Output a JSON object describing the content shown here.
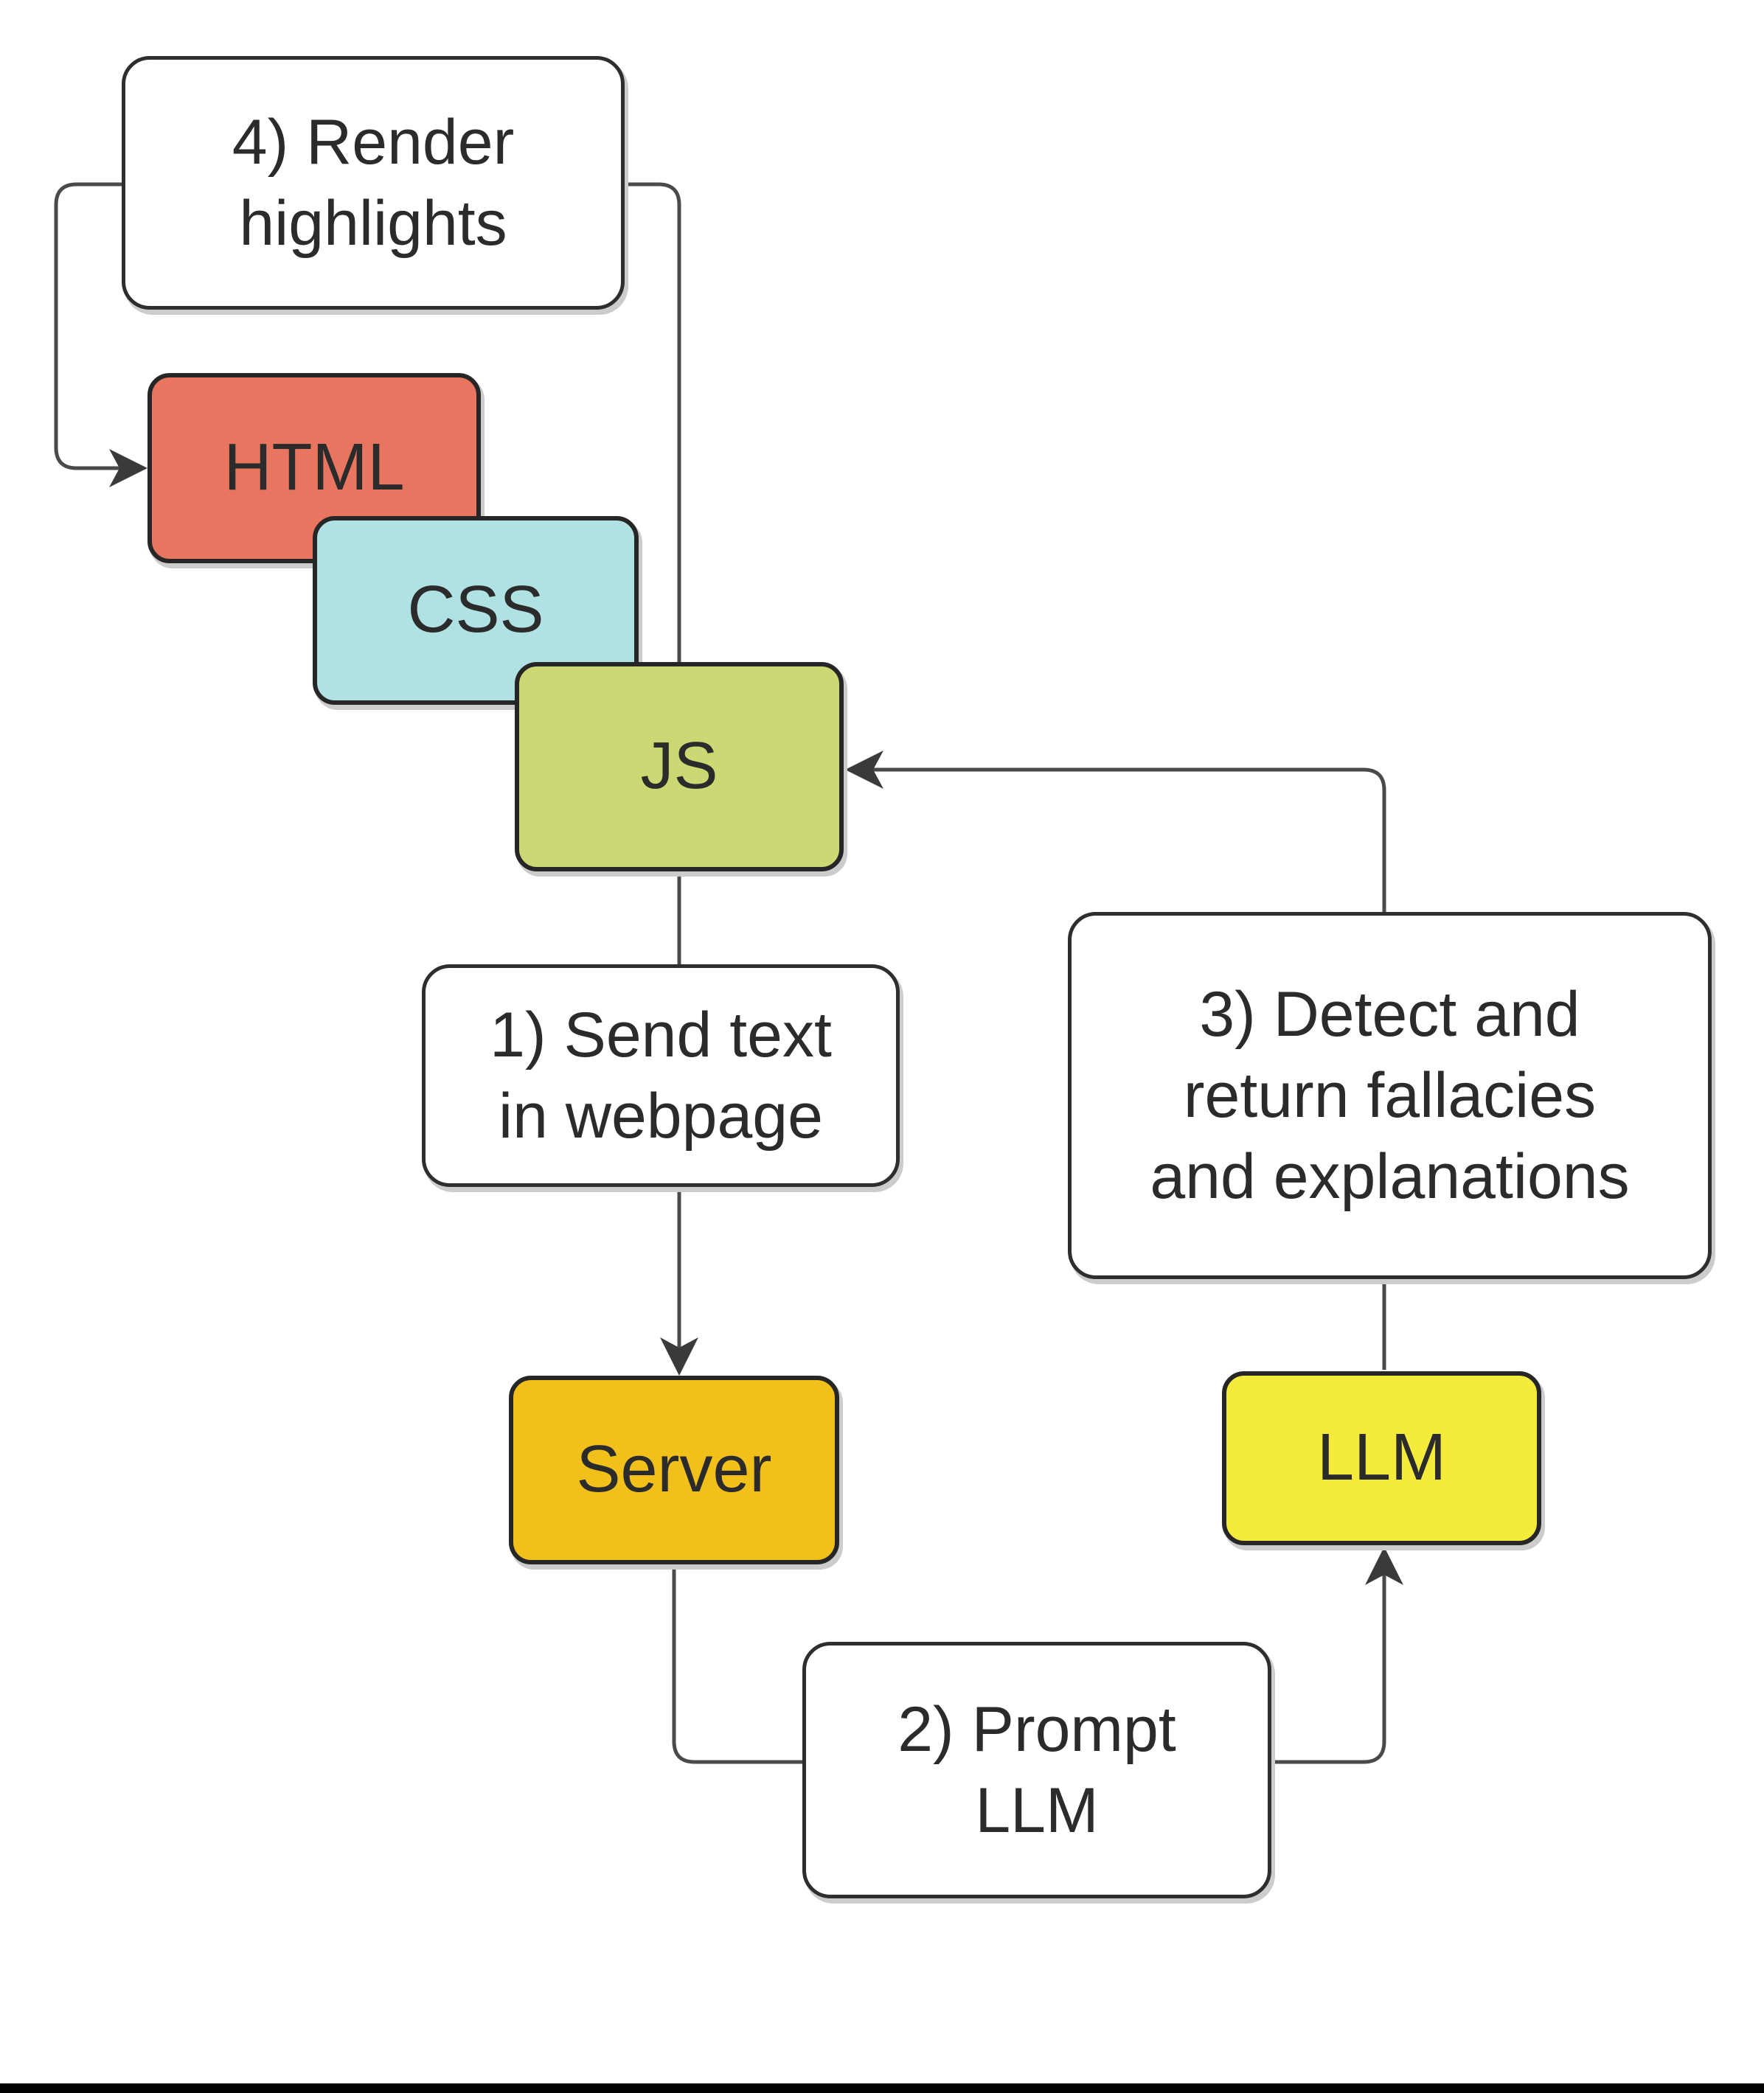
{
  "page": {
    "background": "#ffffff",
    "bottom_bar_color": "#000000",
    "connector_color": "#4a4a4a",
    "arrowhead_color": "#3a3a3a",
    "border_color": "#262626",
    "text_color": "#2b2b2b"
  },
  "nodes": {
    "render_highlights": {
      "lines": [
        "4) Render",
        "highlights"
      ],
      "fill": "#ffffff"
    },
    "html": {
      "label": "HTML",
      "fill": "#e8755f"
    },
    "css": {
      "label": "CSS",
      "fill": "#b0e1e3"
    },
    "js": {
      "label": "JS",
      "fill": "#cbd873"
    },
    "send_text": {
      "lines": [
        "1) Send text",
        "in webpage"
      ],
      "fill": "#ffffff"
    },
    "detect": {
      "lines": [
        "3) Detect and",
        "return fallacies",
        "and explanations"
      ],
      "fill": "#ffffff"
    },
    "server": {
      "label": "Server",
      "fill": "#f2c01b"
    },
    "llm": {
      "label": "LLM",
      "fill": "#f5eb3d"
    },
    "prompt_llm": {
      "lines": [
        "2) Prompt",
        "LLM"
      ],
      "fill": "#ffffff"
    }
  }
}
